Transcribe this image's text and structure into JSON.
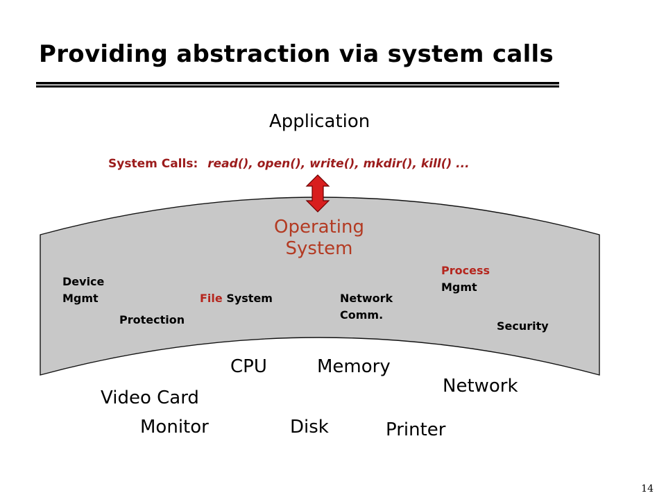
{
  "slide": {
    "title": "Providing abstraction via system calls",
    "page_number": "14"
  },
  "diagram": {
    "application_label": "Application",
    "system_calls": {
      "label": "System Calls:",
      "calls": "read(), open(), write(), mkdir(), kill() ..."
    },
    "os": {
      "title_line1": "Operating",
      "title_line2": "System",
      "components": {
        "device_mgmt_1": "Device",
        "device_mgmt_2": "Mgmt",
        "protection": "Protection",
        "file_word": "File",
        "system_word": "System",
        "network_comm_1": "Network",
        "network_comm_2": "Comm.",
        "process_mgmt_1": "Process",
        "process_mgmt_2": "Mgmt",
        "security": "Security"
      }
    },
    "hardware": {
      "cpu": "CPU",
      "memory": "Memory",
      "network": "Network",
      "video_card": "Video Card",
      "monitor": "Monitor",
      "disk": "Disk",
      "printer": "Printer"
    },
    "colors": {
      "os_band": "#c8c8c8",
      "arrow": "#d81e1e",
      "accent_red": "#b5261e"
    }
  }
}
